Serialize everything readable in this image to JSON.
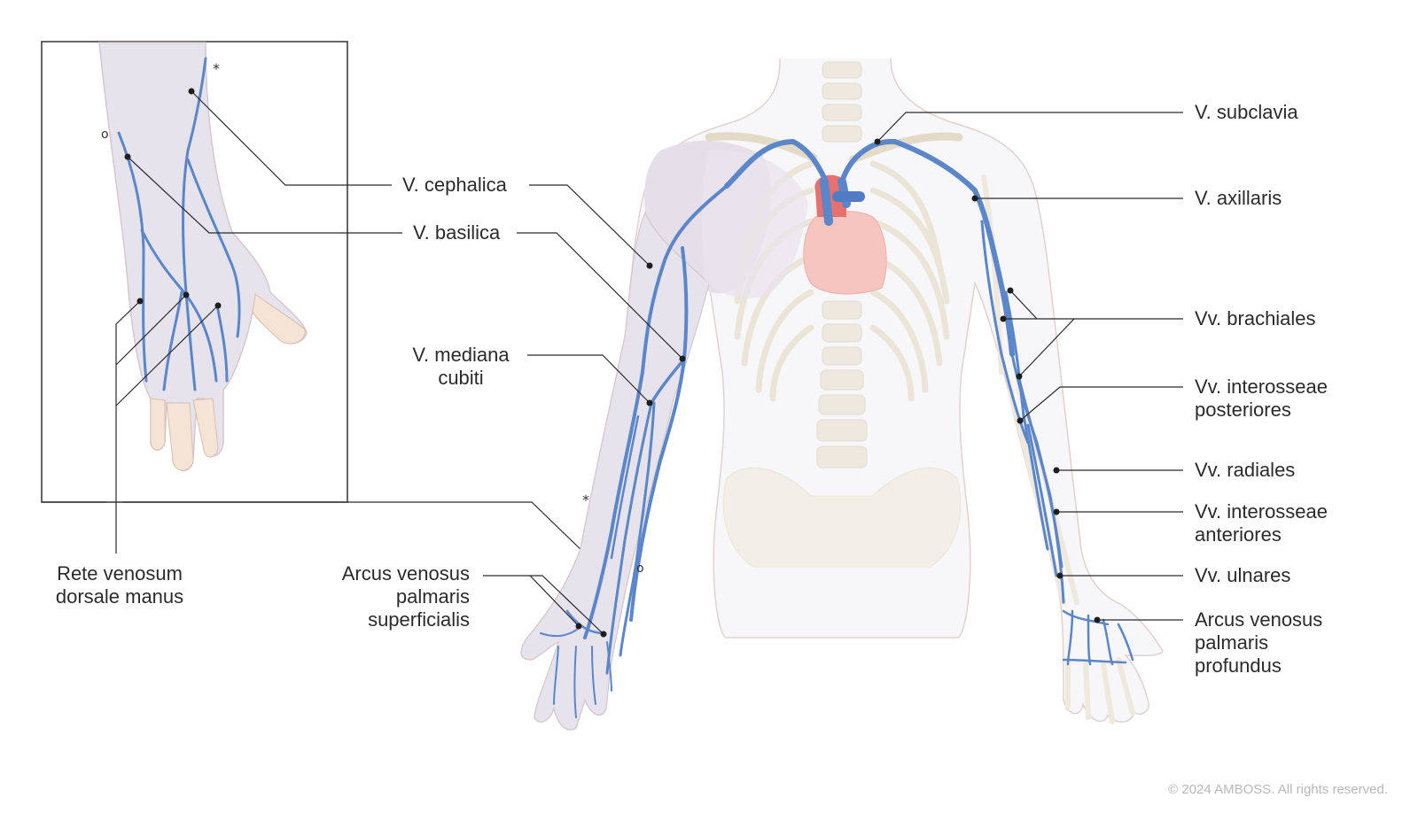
{
  "labels": {
    "cephalica": "V. cephalica",
    "basilica": "V. basilica",
    "mediana": [
      "V. mediana",
      "cubiti"
    ],
    "arcus_superficialis": [
      "Arcus venosus",
      "palmaris",
      "superficialis"
    ],
    "rete": [
      "Rete venosum",
      "dorsale manus"
    ],
    "subclavia": "V. subclavia",
    "axillaris": "V. axillaris",
    "brachiales": "Vv. brachiales",
    "interosseae_post": [
      "Vv. interosseae",
      "posteriores"
    ],
    "radiales": "Vv. radiales",
    "interosseae_ant": [
      "Vv. interosseae",
      "anteriores"
    ],
    "ulnares": "Vv. ulnares",
    "arcus_profundus": [
      "Arcus venosus",
      "palmaris",
      "profundus"
    ]
  },
  "markers": {
    "star": "*",
    "circle": "o"
  },
  "copyright": "© 2024 AMBOSS. All rights reserved.",
  "colors": {
    "vein": "#5b86c9",
    "skin": "#e9e5ee",
    "skin_outline": "#cfa9a0",
    "bone": "#f1ece2",
    "heart": "#f6c5bf",
    "line": "#2b2b2b"
  }
}
